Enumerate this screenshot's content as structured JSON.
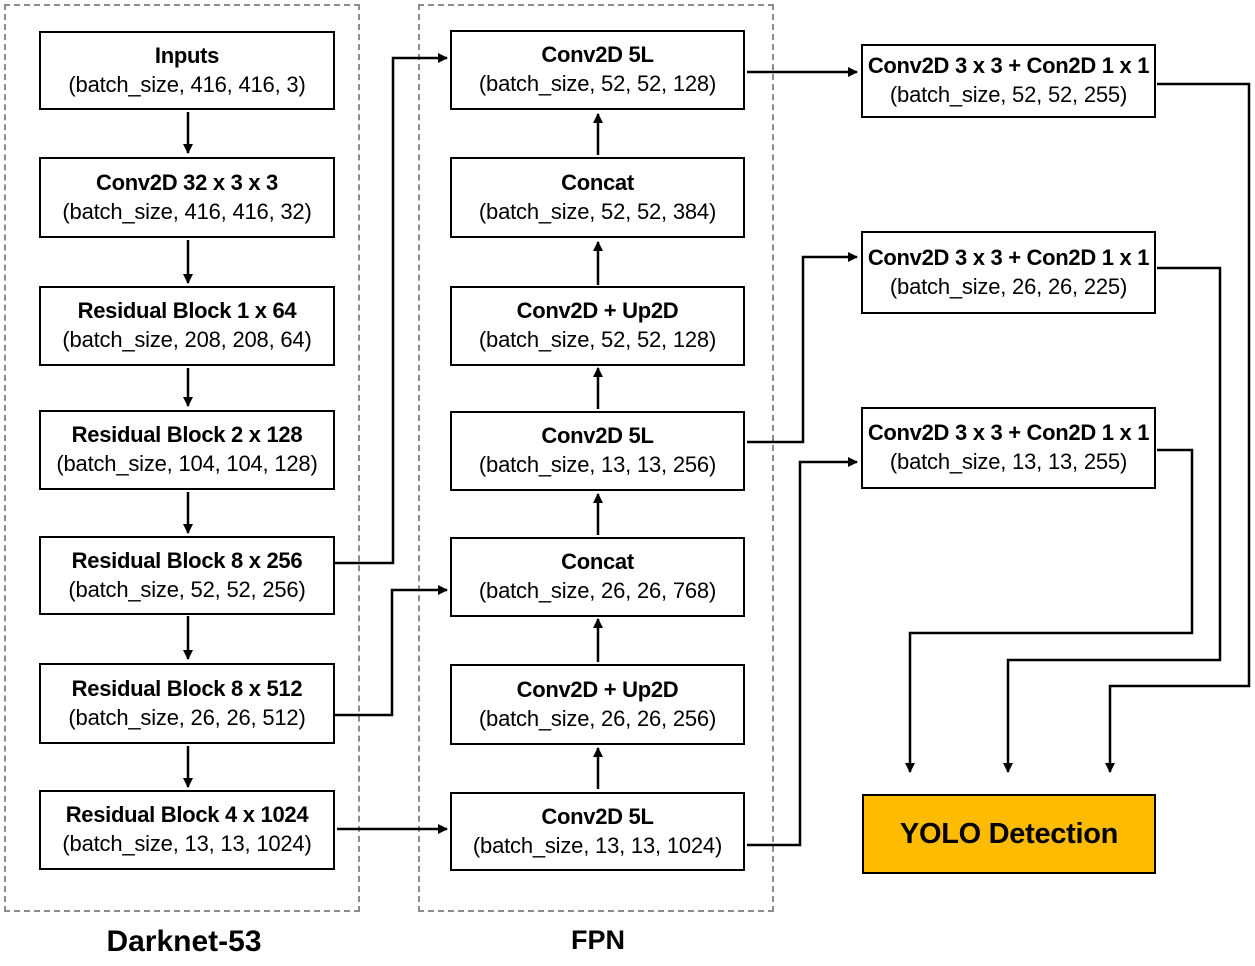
{
  "groups": {
    "darknet": {
      "label": "Darknet-53"
    },
    "fpn": {
      "label": "FPN"
    }
  },
  "darknet": [
    {
      "title": "Inputs",
      "shape": "(batch_size, 416, 416, 3)"
    },
    {
      "title": "Conv2D 32 x 3 x 3",
      "shape": "(batch_size, 416, 416, 32)"
    },
    {
      "title": "Residual Block 1 x 64",
      "shape": "(batch_size, 208, 208, 64)"
    },
    {
      "title": "Residual Block 2 x 128",
      "shape": "(batch_size, 104, 104, 128)"
    },
    {
      "title": "Residual Block 8 x 256",
      "shape": "(batch_size, 52, 52, 256)"
    },
    {
      "title": "Residual Block 8 x 512",
      "shape": "(batch_size, 26, 26, 512)"
    },
    {
      "title": "Residual Block 4 x 1024",
      "shape": "(batch_size, 13, 13, 1024)"
    }
  ],
  "fpn": [
    {
      "title": "Conv2D 5L",
      "shape": "(batch_size, 52, 52, 128)"
    },
    {
      "title": "Concat",
      "shape": "(batch_size, 52, 52, 384)"
    },
    {
      "title": "Conv2D + Up2D",
      "shape": "(batch_size, 52, 52, 128)"
    },
    {
      "title": "Conv2D 5L",
      "shape": "(batch_size, 13, 13, 256)"
    },
    {
      "title": "Concat",
      "shape": "(batch_size, 26, 26, 768)"
    },
    {
      "title": "Conv2D + Up2D",
      "shape": "(batch_size, 26, 26, 256)"
    },
    {
      "title": "Conv2D 5L",
      "shape": "(batch_size, 13, 13, 1024)"
    }
  ],
  "heads": [
    {
      "title": "Conv2D 3 x 3 + Con2D 1 x 1",
      "shape": "(batch_size, 52, 52, 255)"
    },
    {
      "title": "Conv2D 3 x 3 + Con2D 1 x 1",
      "shape": "(batch_size, 26, 26, 225)"
    },
    {
      "title": "Conv2D 3 x 3 + Con2D 1 x 1",
      "shape": "(batch_size, 13, 13, 255)"
    }
  ],
  "output": {
    "title": "YOLO Detection",
    "color": "#ffbb00"
  }
}
